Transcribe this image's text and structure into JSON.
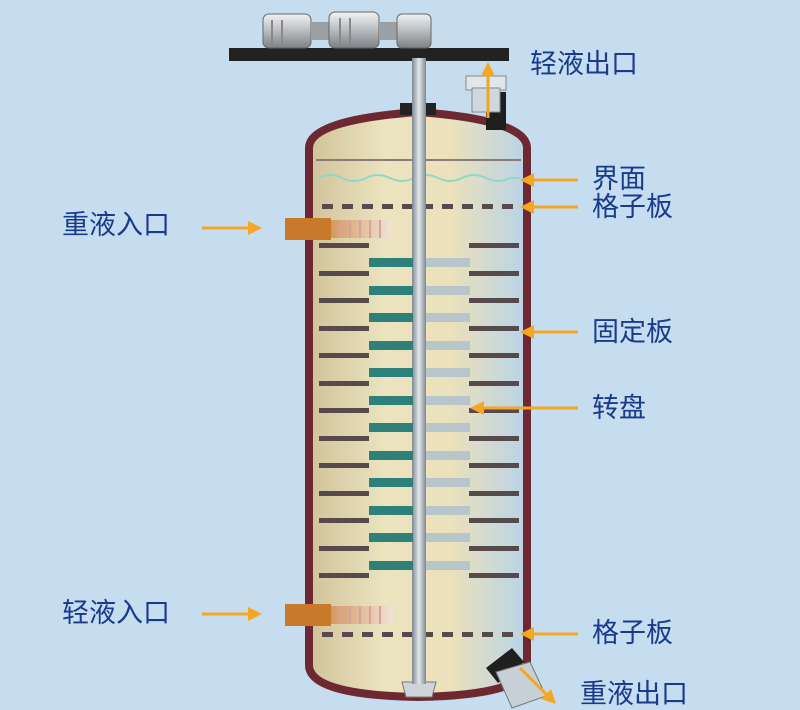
{
  "labels": {
    "light_outlet": "轻液出口",
    "interface": "界面",
    "grid_plate_top": "格子板",
    "heavy_inlet": "重液入口",
    "fixed_plate": "固定板",
    "rotor_disc": "转盘",
    "light_inlet": "轻液入口",
    "grid_plate_bottom": "格子板",
    "heavy_outlet": "重液出口"
  },
  "colors": {
    "background": "#c5ddef",
    "label_text": "#1a3a8c",
    "arrow": "#f5a623",
    "vessel_wall": "#6e2832",
    "vessel_fill": "#e4dcb4",
    "shaft": "#a9b3bb",
    "disc": "#2f7f7a",
    "plate": "#574a4c",
    "nozzle": "#c87a2a"
  },
  "icons": [
    "motor-icon",
    "arrow-icon"
  ]
}
